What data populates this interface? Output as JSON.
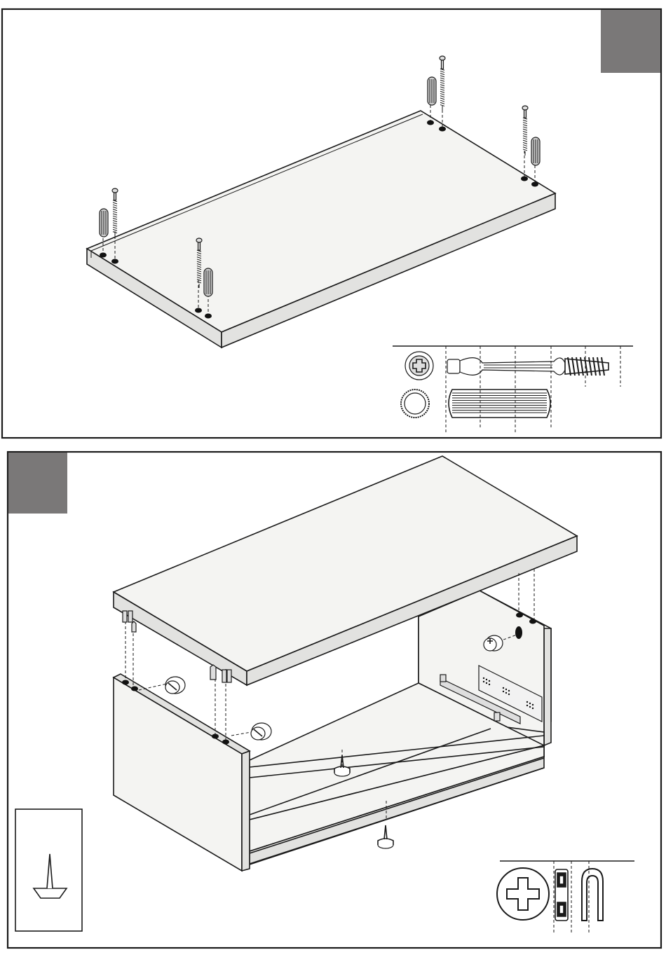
{
  "colors": {
    "step_badge": "#7a7878",
    "line": "#1a1a1a",
    "panel_top": "#f4f4f2",
    "panel_side": "#e2e2e0"
  },
  "step_top": {
    "badge_label": "",
    "parts": [
      "panel",
      "screw",
      "dowel"
    ],
    "legend_icons": [
      "screw-head-icon",
      "knurled-dowel-end-icon",
      "screw-icon",
      "dowel-icon"
    ]
  },
  "step_bottom": {
    "badge_label": "",
    "parts": [
      "top-panel",
      "cabinet-body",
      "cam-lock",
      "shelf-pin",
      "felt-pad",
      "drawer-runner"
    ],
    "legend_icons": [
      "cam-head-icon",
      "cam-clip-icon"
    ],
    "inset_icons": [
      "felt-pad-icon"
    ]
  }
}
